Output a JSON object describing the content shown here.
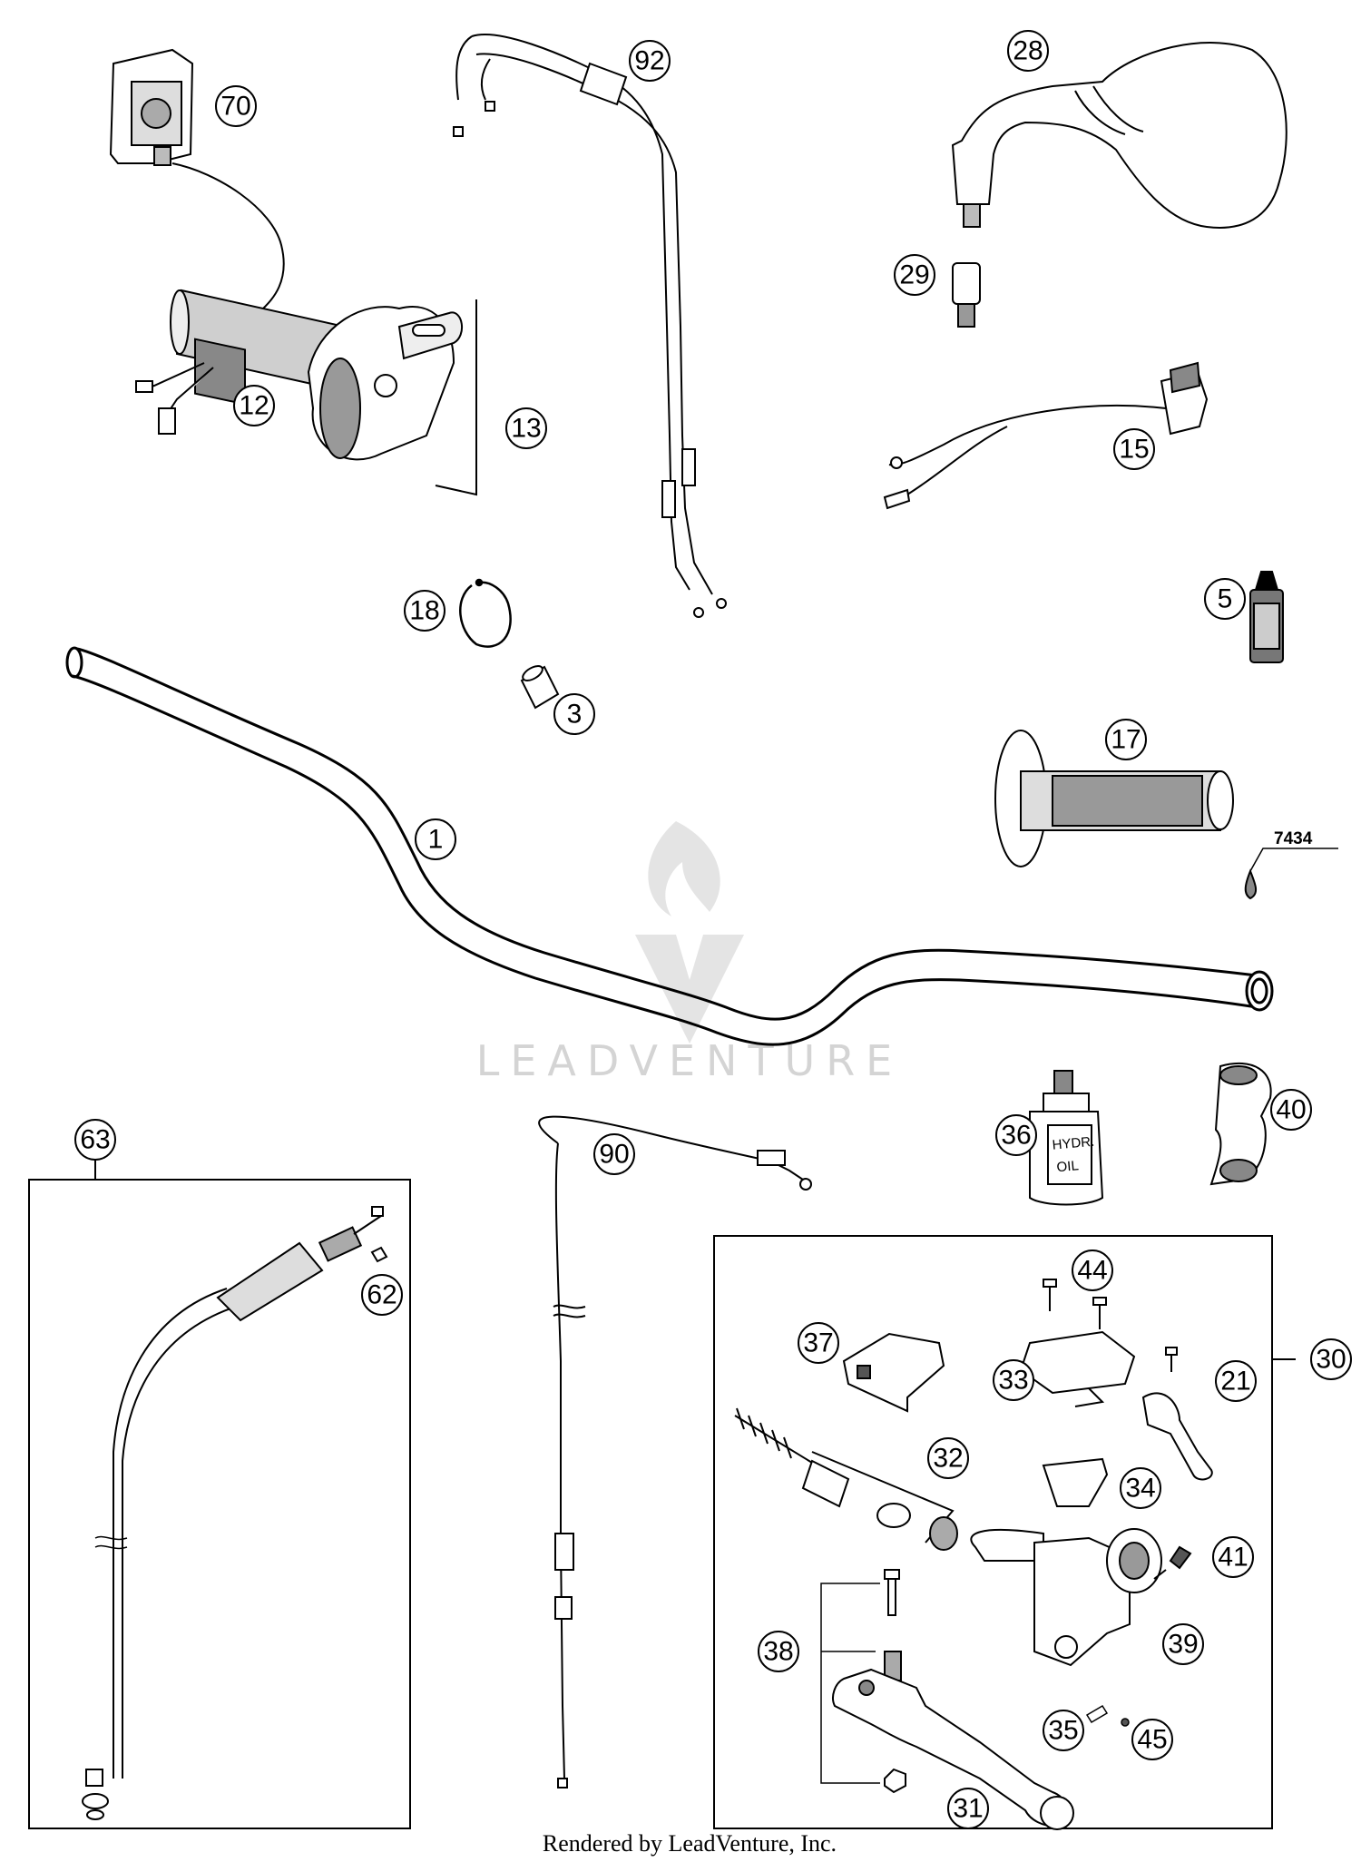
{
  "diagram": {
    "footer": "Rendered by LeadVenture, Inc.",
    "watermark": "LEADVENTURE",
    "part_code": "7434",
    "bottle_label_line1": "HYDR.",
    "bottle_label_line2": "OIL",
    "callouts": {
      "c1": "1",
      "c3": "3",
      "c5": "5",
      "c12": "12",
      "c13": "13",
      "c15": "15",
      "c17": "17",
      "c18": "18",
      "c21": "21",
      "c28": "28",
      "c29": "29",
      "c30": "30",
      "c31": "31",
      "c32": "32",
      "c33": "33",
      "c34": "34",
      "c35": "35",
      "c36": "36",
      "c37": "37",
      "c38": "38",
      "c39": "39",
      "c40": "40",
      "c41": "41",
      "c44": "44",
      "c45": "45",
      "c62": "62",
      "c63": "63",
      "c70": "70",
      "c90": "90",
      "c92": "92"
    }
  }
}
